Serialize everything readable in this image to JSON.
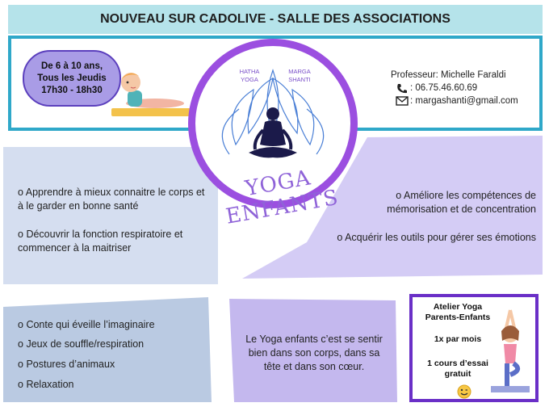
{
  "header": {
    "title": "NOUVEAU SUR CADOLIVE - SALLE DES ASSOCIATIONS"
  },
  "age_badge": {
    "line1": "De 6 à 10 ans,",
    "line2": "Tous les Jeudis",
    "line3": "17h30 - 18h30"
  },
  "logo": {
    "tag_left": "HATHA YOGA",
    "tag_right": "MARGA SHANTI",
    "title": "YOGA ENFANTS"
  },
  "contact": {
    "teacher": "Professeur: Michelle Faraldi",
    "phone": ": 06.75.46.60.69",
    "email": ": margashanti@gmail.com"
  },
  "benefits_left": [
    "Apprendre à mieux connaitre le corps et à le garder en bonne santé",
    "Découvrir la fonction respiratoire et commencer à la maitriser"
  ],
  "benefits_right": [
    "Améliore les compétences de mémorisation et de concentration",
    "Acquérir les outils pour gérer ses émotions"
  ],
  "activities": [
    "Conte qui éveille l’imaginaire",
    "Jeux de souffle/respiration",
    "Postures d’animaux",
    "Relaxation"
  ],
  "quote": "Le Yoga enfants c’est se sentir bien dans son corps, dans sa tête et dans son cœur.",
  "workshop": {
    "title_line1": "Atelier Yoga",
    "title_line2": "Parents-Enfants",
    "frequency": "1x par mois",
    "trial_line1": "1 cours d’essai",
    "trial_line2": "gratuit"
  },
  "bullet": "o",
  "colors": {
    "banner": "#b5e3ea",
    "frame": "#2fa8c9",
    "lavender": "#d3ccf4",
    "light_blue": "#cfdbe9",
    "purple": "#9b4fe0",
    "deep_purple": "#6a2fc7"
  }
}
